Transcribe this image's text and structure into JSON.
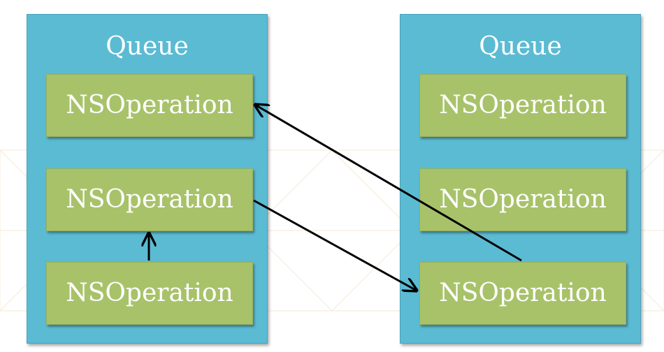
{
  "queues": [
    {
      "title": "Queue",
      "operations": [
        "NSOperation",
        "NSOperation",
        "NSOperation"
      ]
    },
    {
      "title": "Queue",
      "operations": [
        "NSOperation",
        "NSOperation",
        "NSOperation"
      ]
    }
  ],
  "colors": {
    "queue_fill": "#5bbbd3",
    "operation_fill": "#a8c26a",
    "text": "#ffffff",
    "arrow": "#000000"
  }
}
